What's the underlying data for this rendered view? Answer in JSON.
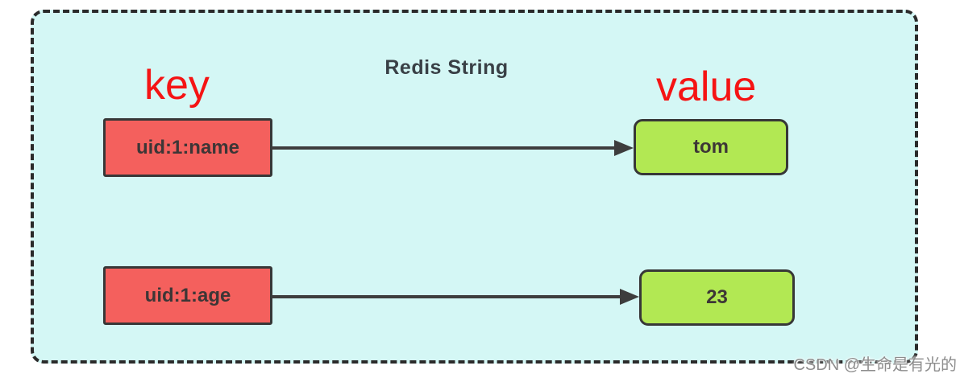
{
  "diagram": {
    "title": "Redis String",
    "key_label": "key",
    "value_label": "value",
    "watermark": "CSDN @生命是有光的",
    "colors": {
      "container_background": "#d4f7f5",
      "dashed_border": "#2a2a2a",
      "key_box_fill": "#f4605d",
      "value_box_fill": "#b2e853",
      "box_border": "#373737",
      "label_red": "#f51414",
      "arrow": "#3d3d3d",
      "title_text": "#394046"
    },
    "rows": [
      {
        "key": "uid:1:name",
        "value": "tom"
      },
      {
        "key": "uid:1:age",
        "value": "23"
      }
    ]
  }
}
